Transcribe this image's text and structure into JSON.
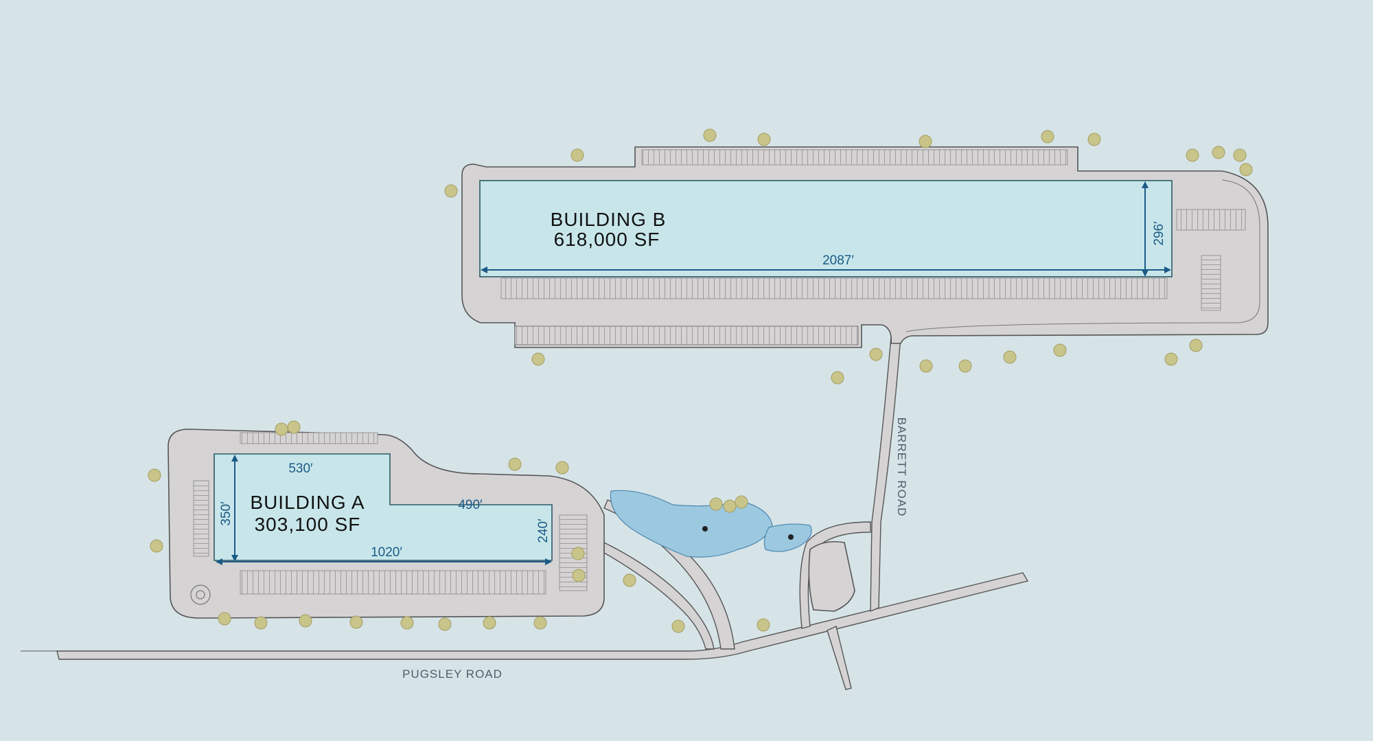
{
  "buildings": [
    {
      "name": "BUILDING B",
      "area": "618,000 SF",
      "dimensions": {
        "length": "2087′",
        "depth": "296′"
      }
    },
    {
      "name": "BUILDING A",
      "area": "303,100 SF",
      "dimensions": {
        "north": "530′",
        "north_east": "490′",
        "west": "350′",
        "east": "240′",
        "length": "1020′"
      }
    }
  ],
  "roads": {
    "barrett": "BARRETT ROAD",
    "pugsley": "PUGSLEY ROAD"
  },
  "colors": {
    "background": "#d6e4e8",
    "pavement": "#d5d3d3",
    "building": "#c8e6ea",
    "dimension": "#1b5a86",
    "pond": "#9cc8e0"
  }
}
